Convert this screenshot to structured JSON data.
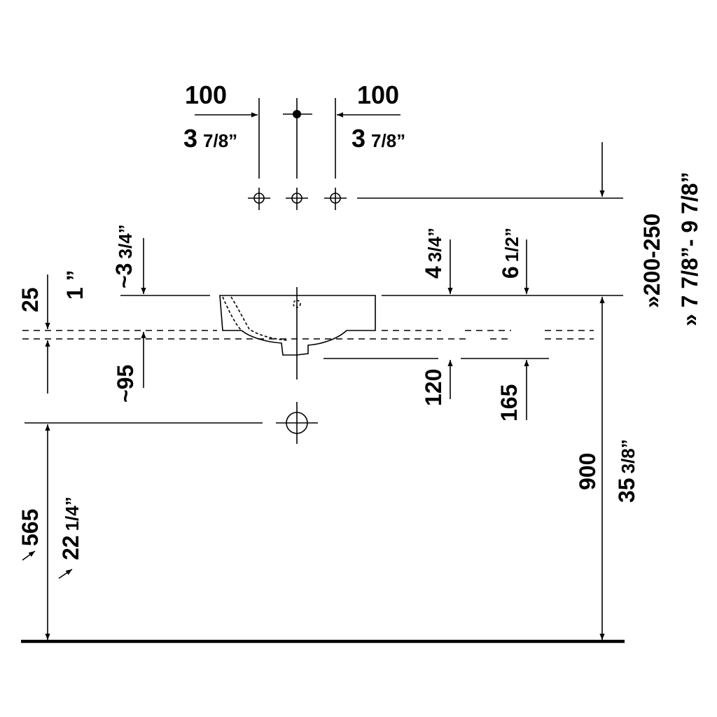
{
  "labels": {
    "top_left_mm": "100",
    "top_left_in_whole": "3",
    "top_left_in_frac": "7/8”",
    "top_right_mm": "100",
    "top_right_in_whole": "3",
    "top_right_in_frac": "7/8”",
    "bowl_depth_in_whole": "~3",
    "bowl_depth_in_frac": "3/4”",
    "rim_mm": "25",
    "rim_in": "1 ”",
    "waste_depth_mm": "~95",
    "waste_height_mm": "120",
    "waste_height_in_whole": "4",
    "waste_height_in_frac": "3/4”",
    "outlet_height_mm": "165",
    "outlet_height_in_whole": "6",
    "outlet_height_in_frac": "1/2”",
    "tap_height_mm": "»200-250",
    "tap_height_in": "» 7 7/8”- 9 7/8”",
    "floor_height_mm": "900",
    "floor_height_in_whole": "35",
    "floor_height_in_frac": "3/8”",
    "drain_height_mm": "565",
    "drain_height_in_whole": "22",
    "drain_height_in_frac": "1/4”"
  }
}
